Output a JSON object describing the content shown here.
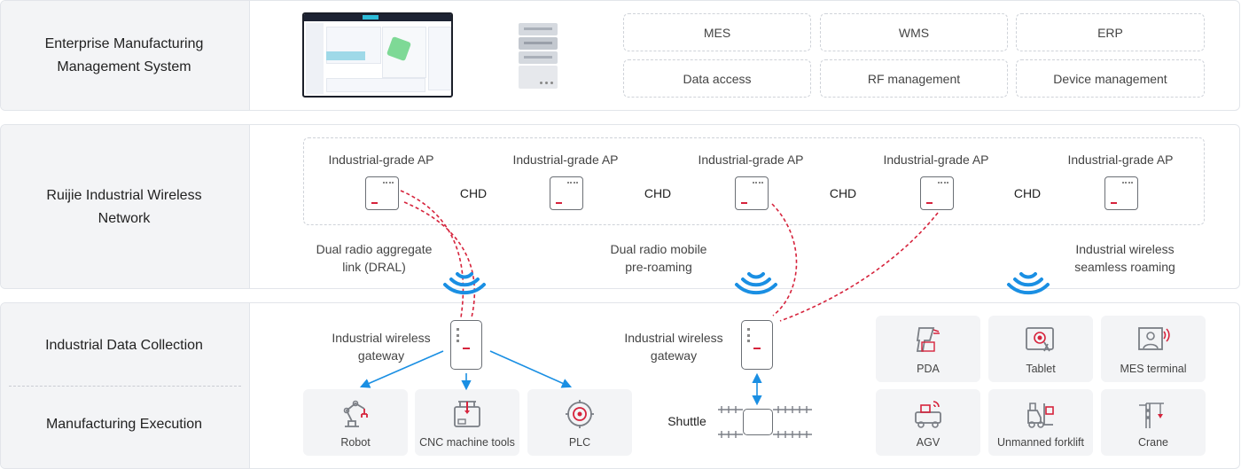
{
  "layers": {
    "enterprise": "Enterprise Manufacturing\nManagement System",
    "network": "Ruijie Industrial Wireless\nNetwork",
    "collection": "Industrial Data Collection",
    "execution": "Manufacturing Execution"
  },
  "enterprise_systems": [
    "MES",
    "WMS",
    "ERP",
    "Data access",
    "RF management",
    "Device management"
  ],
  "ap_label": "Industrial-grade AP",
  "chd_label": "CHD",
  "features": {
    "dral": "Dual radio aggregate\nlink (DRAL)",
    "preroam": "Dual radio mobile\npre-roaming",
    "seamless": "Industrial wireless\nseamless roaming"
  },
  "gateway_label": "Industrial wireless\ngateway",
  "shuttle_label": "Shuttle",
  "devices_left": [
    "Robot",
    "CNC machine tools",
    "PLC"
  ],
  "devices_right": [
    "PDA",
    "Tablet",
    "MES terminal",
    "AGV",
    "Unmanned forklift",
    "Crane"
  ],
  "colors": {
    "red_link": "#d6233c",
    "blue_link": "#1a8fe3",
    "wifi": "#1a8fe3"
  },
  "icons": {
    "dashboard": "dashboard-screenshot-icon",
    "server": "server-rack-icon",
    "ap": "access-point-icon",
    "wifi": "wifi-signal-icon",
    "gateway": "wireless-gateway-icon",
    "robot": "robot-arm-icon",
    "cnc": "cnc-machine-icon",
    "plc": "plc-icon",
    "pda": "pda-scanner-icon",
    "tablet": "tablet-icon",
    "mes_terminal": "mes-terminal-icon",
    "agv": "agv-icon",
    "forklift": "forklift-icon",
    "crane": "crane-icon"
  }
}
